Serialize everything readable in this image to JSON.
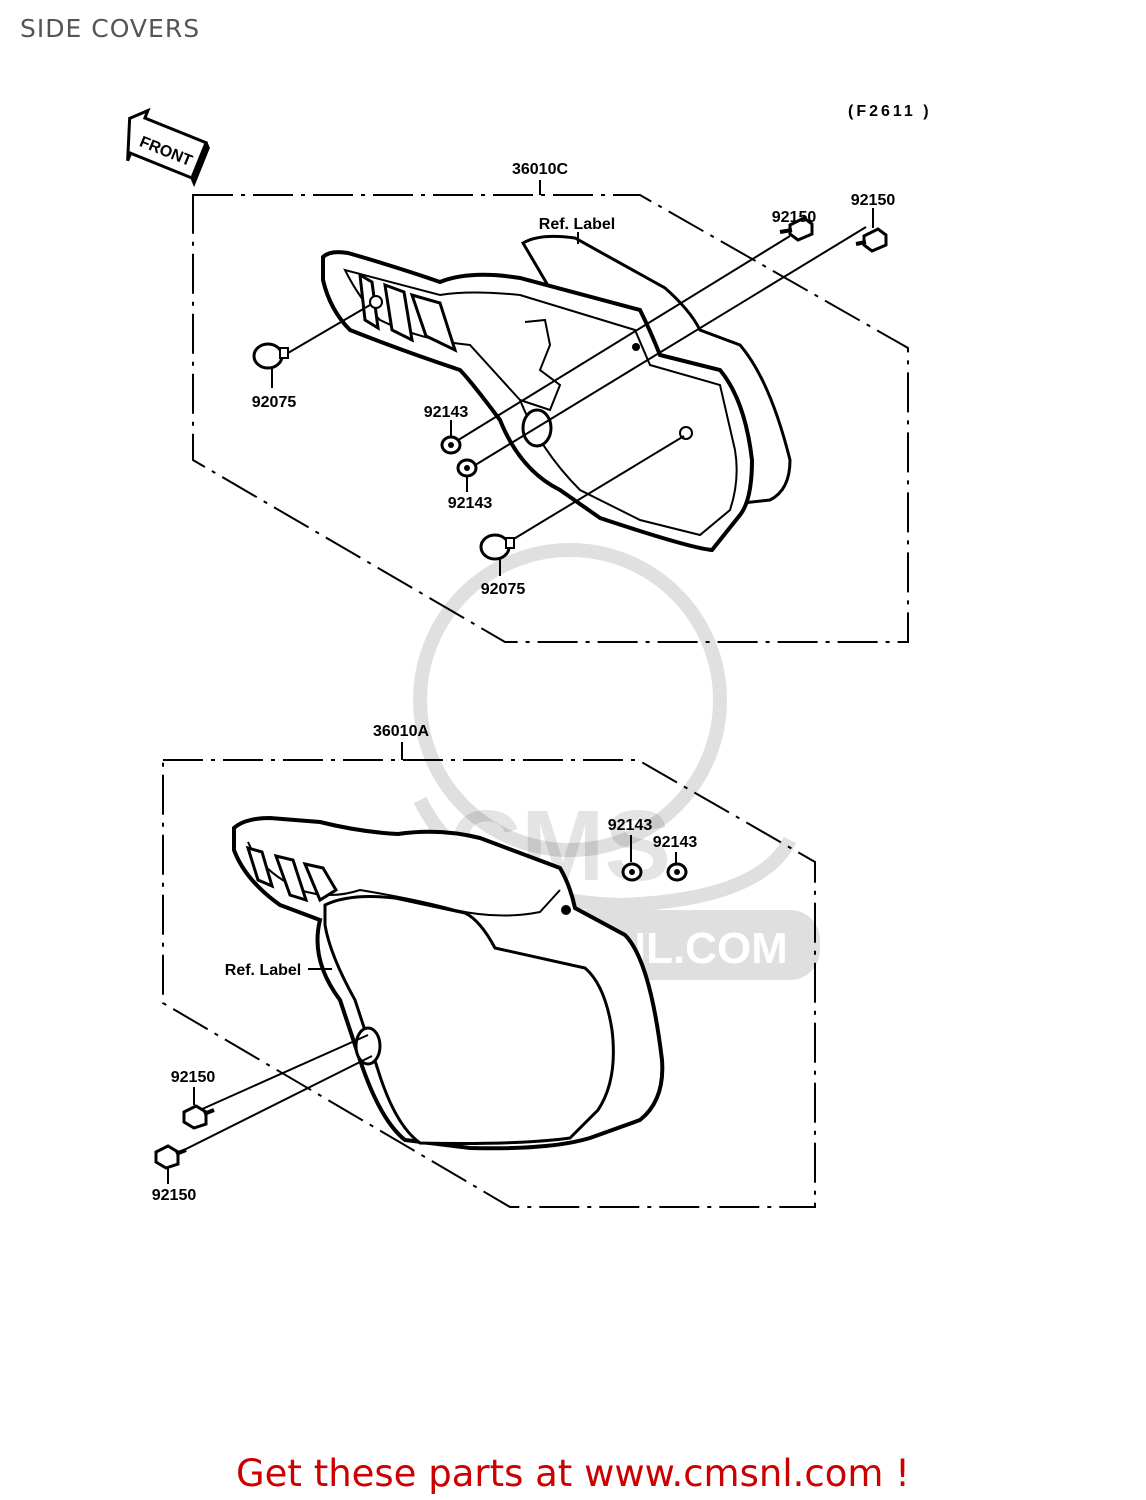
{
  "page": {
    "title": "SIDE COVERS",
    "figure_code": "(F2611 )",
    "front_arrow_label": "FRONT",
    "footer": "Get these parts at www.cmsnl.com !",
    "footer_color": "#cc0000",
    "watermark_text": "WWW.CMSNL.COM",
    "watermark_logo": "CMS"
  },
  "assemblies": {
    "upper": {
      "part_no": "36010C",
      "ref_label": "Ref. Label",
      "callouts": {
        "bolt_a": "92150",
        "bolt_b": "92150",
        "cap_a": "92075",
        "cap_b": "92075",
        "grommet_a": "92143",
        "grommet_b": "92143"
      }
    },
    "lower": {
      "part_no": "36010A",
      "ref_label": "Ref. Label",
      "callouts": {
        "grommet_a": "92143",
        "grommet_b": "92143",
        "bolt_a": "92150",
        "bolt_b": "92150"
      }
    }
  }
}
